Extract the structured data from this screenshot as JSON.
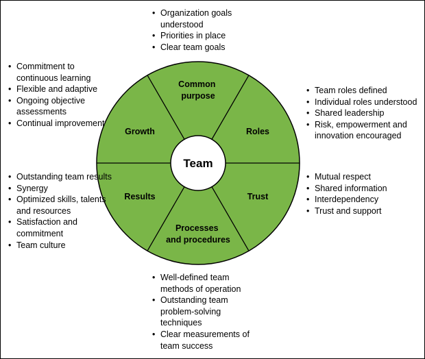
{
  "hub": {
    "label": "Team"
  },
  "segments": [
    {
      "id": "common-purpose",
      "lines": [
        "Common",
        "purpose"
      ]
    },
    {
      "id": "roles",
      "lines": [
        "Roles"
      ]
    },
    {
      "id": "trust",
      "lines": [
        "Trust"
      ]
    },
    {
      "id": "processes",
      "lines": [
        "Processes",
        "and procedures"
      ]
    },
    {
      "id": "results",
      "lines": [
        "Results"
      ]
    },
    {
      "id": "growth",
      "lines": [
        "Growth"
      ]
    }
  ],
  "bullet_groups": [
    {
      "id": "common-purpose",
      "items": [
        "Organization goals understood",
        "Priorities in place",
        "Clear team goals"
      ]
    },
    {
      "id": "growth",
      "items": [
        "Commitment to continuous learning",
        "Flexible and adaptive",
        "Ongoing objective assessments",
        "Continual improvement"
      ]
    },
    {
      "id": "roles",
      "items": [
        "Team roles defined",
        "Individual roles understood",
        "Shared leadership",
        "Risk, empowerment and innovation encouraged"
      ]
    },
    {
      "id": "results",
      "items": [
        "Outstanding team results",
        "Synergy",
        "Optimized skills, talents and resources",
        "Satisfaction and commitment",
        "Team culture"
      ]
    },
    {
      "id": "trust",
      "items": [
        "Mutual respect",
        "Shared information",
        "Interdependency",
        "Trust and support"
      ]
    },
    {
      "id": "processes",
      "items": [
        "Well-defined team methods of operation",
        "Outstanding team problem-solving techniques",
        "Clear measurements of team success"
      ]
    }
  ],
  "colors": {
    "segment_fill": "#7ab648",
    "outline": "#000000",
    "hub_fill": "#ffffff"
  }
}
